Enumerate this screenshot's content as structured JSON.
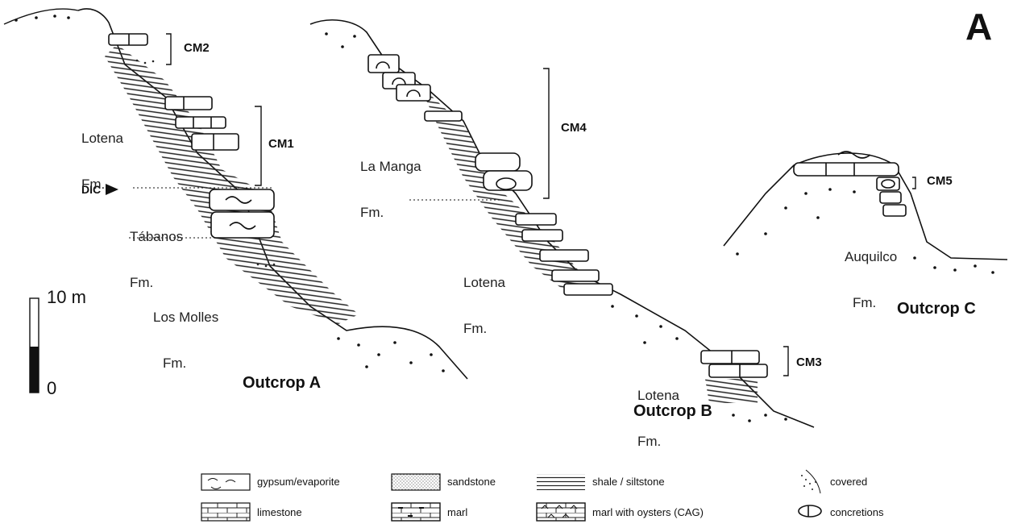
{
  "panel_label": "A",
  "outcrops": {
    "a": {
      "title": "Outcrop A",
      "formations": [
        {
          "line1": "Lotena",
          "line2": "Fm."
        },
        {
          "line1": "Tábanos",
          "line2": "Fm."
        },
        {
          "line1": "Los Molles",
          "line2": "Fm."
        }
      ],
      "markers": {
        "cm2": "CM2",
        "cm1": "CM1",
        "dic": "DIC"
      }
    },
    "b": {
      "title": "Outcrop B",
      "formations": [
        {
          "line1": "La Manga",
          "line2": "Fm."
        },
        {
          "line1": "Lotena",
          "line2": "Fm."
        },
        {
          "line1": "Lotena",
          "line2": "Fm."
        }
      ],
      "markers": {
        "cm4": "CM4",
        "cm3": "CM3"
      }
    },
    "c": {
      "title": "Outcrop C",
      "formations": [
        {
          "line1": "Auquilco",
          "line2": "Fm."
        }
      ],
      "markers": {
        "cm5": "CM5"
      }
    }
  },
  "scale": {
    "top": "10 m",
    "bottom": "0"
  },
  "legend": [
    {
      "pattern": "gypsum",
      "label": "gypsum/evaporite"
    },
    {
      "pattern": "sandstone",
      "label": "sandstone"
    },
    {
      "pattern": "shale",
      "label": "shale / siltstone"
    },
    {
      "pattern": "covered",
      "label": "covered"
    },
    {
      "pattern": "limestone",
      "label": "limestone"
    },
    {
      "pattern": "marl",
      "label": "marl"
    },
    {
      "pattern": "oysters",
      "label": "marl with oysters (CAG)"
    },
    {
      "pattern": "concretions",
      "label": "concretions"
    }
  ]
}
